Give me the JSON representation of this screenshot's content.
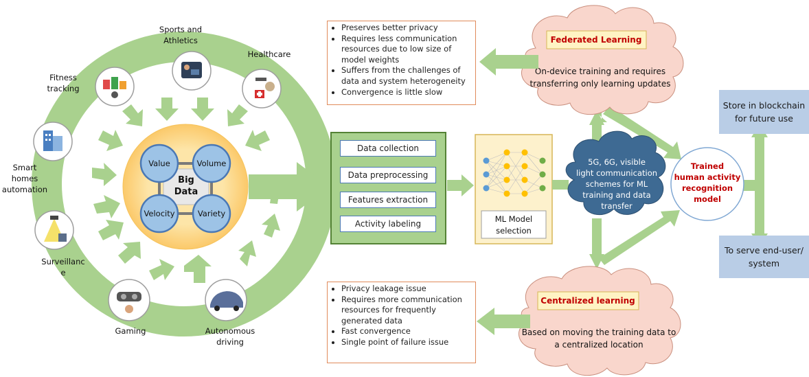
{
  "applications": {
    "sports": "Sports and Athletics",
    "healthcare": "Healthcare",
    "fitness": "Fitness tracking",
    "smart_homes": "Smart homes automation",
    "surveillance": "Surveillance",
    "gaming": "Gaming",
    "autonomous": "Autonomous driving"
  },
  "big_data": {
    "title": "Big Data",
    "value": "Value",
    "volume": "Volume",
    "velocity": "Velocity",
    "variety": "Variety"
  },
  "pipeline": {
    "steps": [
      "Data collection",
      "Data preprocessing",
      "Features extraction",
      "Activity labeling"
    ],
    "ml_model": "ML Model selection"
  },
  "communication_cloud": "5G, 6G, visible light communication schemes for ML training and data transfer",
  "federated": {
    "title": "Federated Learning",
    "description": "On-device training and requires transferring only learning updates",
    "points": [
      "Preserves better privacy",
      "Requires less communication resources due to low size of model weights",
      "Suffers from the challenges of data and system heterogeneity",
      "Convergence is little slow"
    ]
  },
  "centralized": {
    "title": "Centralized learning",
    "description": "Based on moving the training data to a centralized location",
    "points": [
      "Privacy leakage issue",
      "Requires more communication resources for frequently generated data",
      "Fast convergence",
      "Single point of failure issue"
    ]
  },
  "trained_model": "Trained human activity recognition model",
  "outputs": {
    "blockchain": "Store in blockchain for future use",
    "end_user": "To serve end-user/ system"
  },
  "colors": {
    "arrow_green": "#a9d18e",
    "ring_green": "#a9d18e",
    "big_data_fill": "#fdd887",
    "v_circle_fill": "#9dc3e6",
    "v_circle_stroke": "#4a78b5",
    "cloud_pink": "#f9d6cc",
    "cloud_blue": "#3e6a93",
    "side_box": "#b9cde6",
    "title_red": "#c00000",
    "bullet_border": "#e08a5a"
  }
}
